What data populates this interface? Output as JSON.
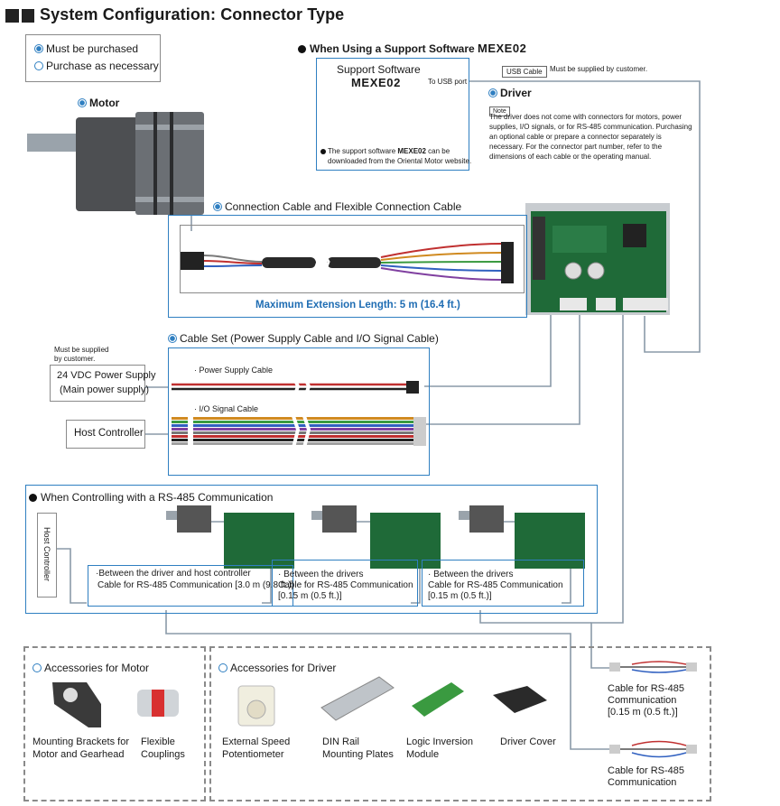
{
  "title": "System Configuration: Connector Type",
  "legend": {
    "must": "Must be purchased",
    "optional": "Purchase as necessary"
  },
  "motor": {
    "label": "Motor"
  },
  "support": {
    "heading_prefix": "When Using a Support Software ",
    "heading_name": "MEXE02",
    "box_line1": "Support Software",
    "box_line2": "MEXE02",
    "note_prefix": "The support software ",
    "note_name": "MEXE02",
    "note_suffix": " can be",
    "note_line2": "downloaded from the Oriental Motor website.",
    "usb_port": "To USB port"
  },
  "usb": {
    "cable": "USB Cable",
    "note": "Must be supplied by customer."
  },
  "driver": {
    "label": "Driver",
    "note_tag": "Note",
    "note_lines": [
      "The driver does not come with connectors for motors, power",
      "supplies, I/O signals, or for RS-485 communication. Purchasing",
      "an optional cable or prepare a connector separately is",
      "necessary. For the connector part number, refer to the",
      "dimensions of each cable or the operating manual."
    ]
  },
  "connection_cable": {
    "label": "Connection Cable and Flexible Connection Cable",
    "max_ext": "Maximum Extension Length: 5 m (16.4 ft.)"
  },
  "cable_set": {
    "label": "Cable Set (Power Supply Cable and I/O Signal Cable)",
    "power": "· Power Supply Cable",
    "io": "· I/O Signal Cable"
  },
  "supply_note": {
    "line1": "Must be supplied",
    "line2": "by customer."
  },
  "power_supply": {
    "line1": "24 VDC Power Supply",
    "line2": "(Main power supply)"
  },
  "host_controller": "Host Controller",
  "rs485": {
    "heading": "When Controlling with a RS-485 Communication",
    "host_vertical": "Host Controller",
    "cable1_line1": "·Between the driver and host controller",
    "cable1_line2": "Cable for RS-485 Communication [3.0 m (9.8 ft.)]",
    "cable2_line1": "· Between the drivers",
    "cable2_line2": "Cable for RS-485 Communication",
    "cable2_line3": "[0.15 m (0.5 ft.)]",
    "cable3_line1": "· Between the drivers",
    "cable3_line2": "Cable for RS-485 Communication",
    "cable3_line3": "[0.15 m (0.5 ft.)]"
  },
  "acc_motor": {
    "heading": "Accessories for Motor",
    "items": [
      {
        "line1": "Mounting Brackets for",
        "line2": "Motor and Gearhead"
      },
      {
        "line1": "Flexible",
        "line2": "Couplings"
      }
    ]
  },
  "acc_driver": {
    "heading": "Accessories for Driver",
    "items": [
      {
        "line1": "External Speed",
        "line2": "Potentiometer"
      },
      {
        "line1": "DIN Rail",
        "line2": "Mounting Plates"
      },
      {
        "line1": "Logic Inversion",
        "line2": "Module"
      },
      {
        "line1": "Driver Cover",
        "line2": ""
      }
    ]
  },
  "side_cables": [
    {
      "line1": "Cable for RS-485",
      "line2": "Communication",
      "line3": "[0.15 m (0.5 ft.)]"
    },
    {
      "line1": "Cable for RS-485",
      "line2": "Communication",
      "line3": ""
    }
  ],
  "colors": {
    "accent": "#2f7fc1",
    "line": "#8a9aa8",
    "dark": "#1a1a1a",
    "dashed": "#8a8a8a"
  }
}
